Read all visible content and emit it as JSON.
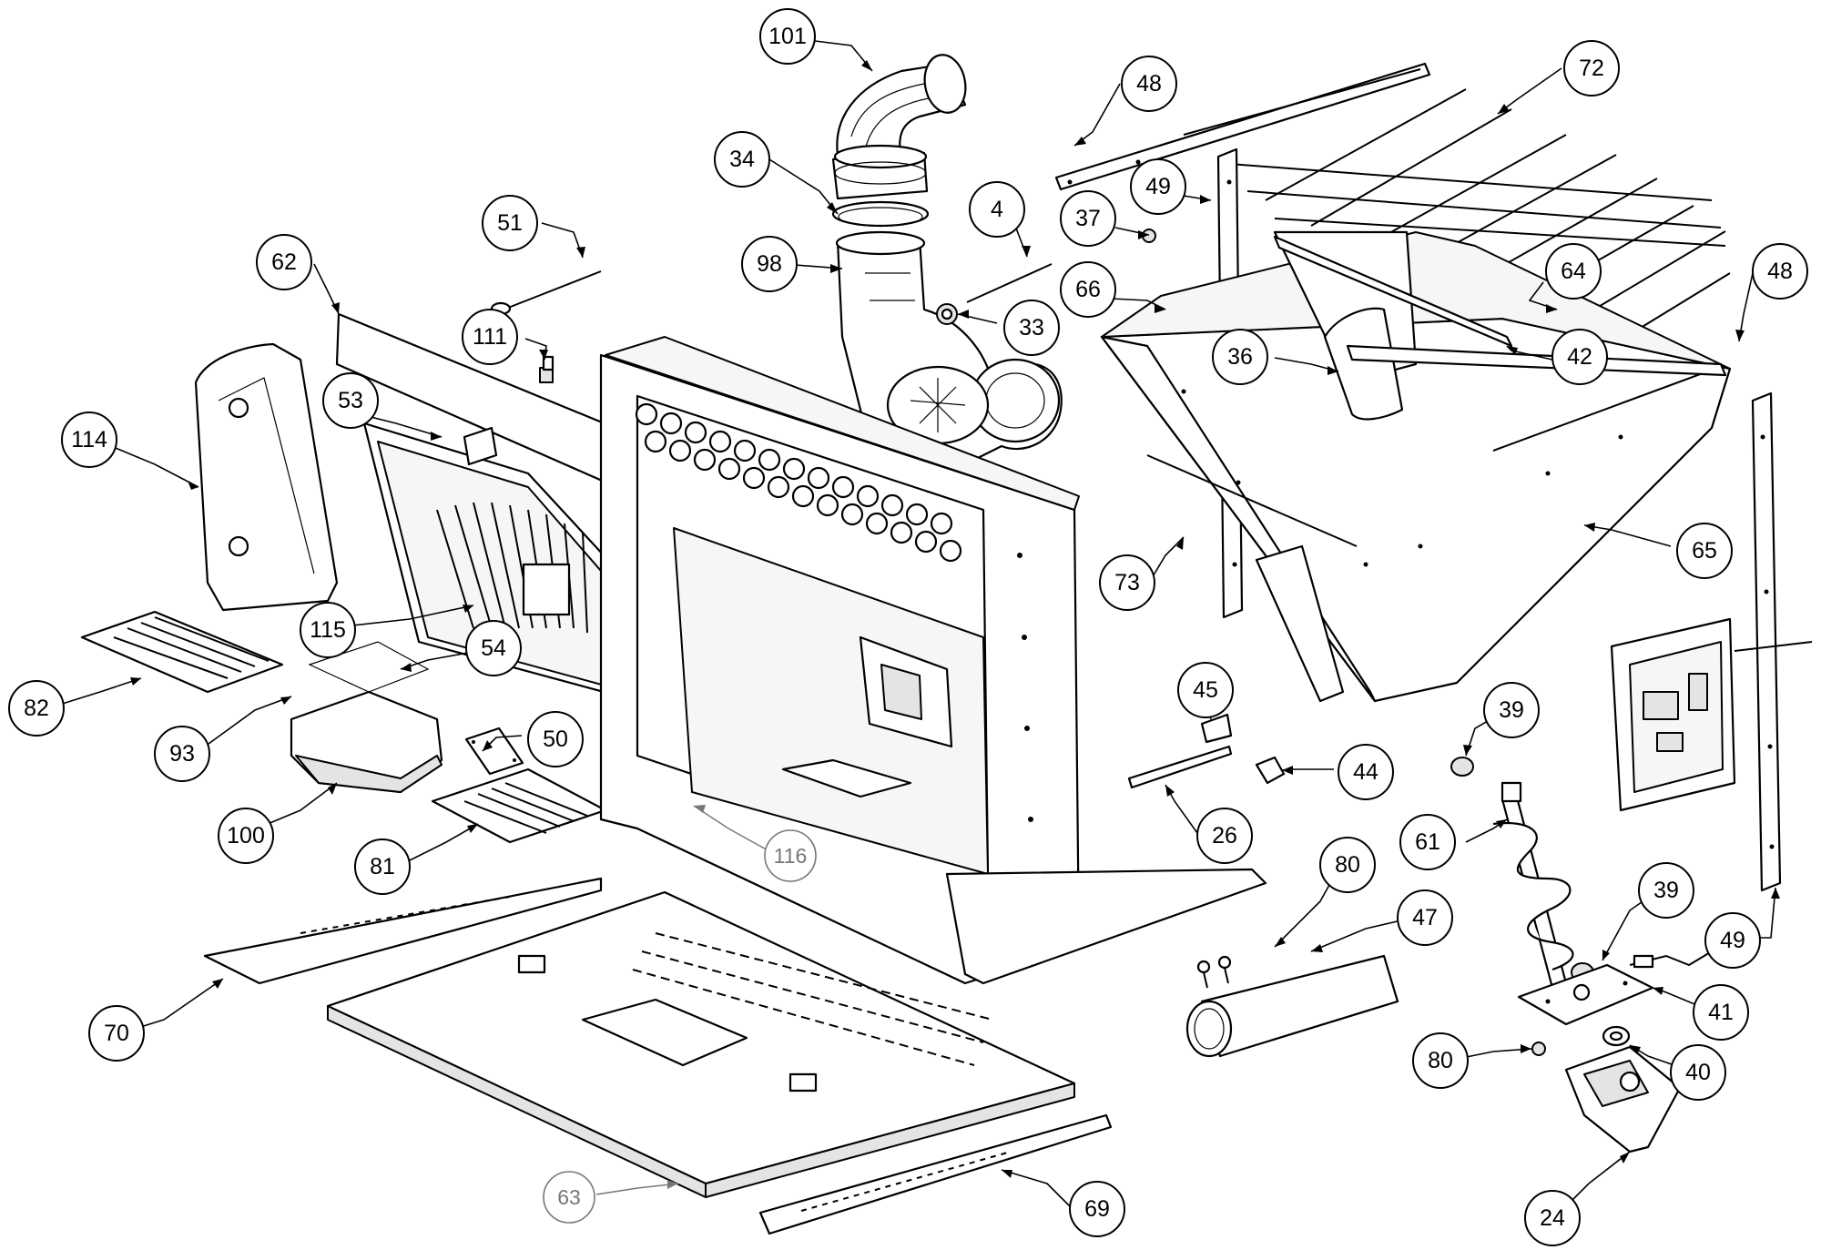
{
  "diagram": {
    "type": "exploded-parts-diagram",
    "part_labels": [
      {
        "id": "l101",
        "text": "101"
      },
      {
        "id": "l34",
        "text": "34"
      },
      {
        "id": "l98",
        "text": "98"
      },
      {
        "id": "l4",
        "text": "4"
      },
      {
        "id": "l33",
        "text": "33"
      },
      {
        "id": "l48a",
        "text": "48"
      },
      {
        "id": "l72",
        "text": "72"
      },
      {
        "id": "l49a",
        "text": "49"
      },
      {
        "id": "l37",
        "text": "37"
      },
      {
        "id": "l64",
        "text": "64"
      },
      {
        "id": "l48b",
        "text": "48"
      },
      {
        "id": "l66",
        "text": "66"
      },
      {
        "id": "l36",
        "text": "36"
      },
      {
        "id": "l42",
        "text": "42"
      },
      {
        "id": "l51",
        "text": "51"
      },
      {
        "id": "l62",
        "text": "62"
      },
      {
        "id": "l111",
        "text": "111"
      },
      {
        "id": "l53",
        "text": "53"
      },
      {
        "id": "l114",
        "text": "114"
      },
      {
        "id": "l115",
        "text": "115"
      },
      {
        "id": "l54",
        "text": "54"
      },
      {
        "id": "l82",
        "text": "82"
      },
      {
        "id": "l93",
        "text": "93"
      },
      {
        "id": "l50",
        "text": "50"
      },
      {
        "id": "l100",
        "text": "100"
      },
      {
        "id": "l81",
        "text": "81"
      },
      {
        "id": "l116",
        "text": "116"
      },
      {
        "id": "l73",
        "text": "73"
      },
      {
        "id": "l65",
        "text": "65"
      },
      {
        "id": "l45",
        "text": "45"
      },
      {
        "id": "l44",
        "text": "44"
      },
      {
        "id": "l26",
        "text": "26"
      },
      {
        "id": "l39a",
        "text": "39"
      },
      {
        "id": "l61",
        "text": "61"
      },
      {
        "id": "l80a",
        "text": "80"
      },
      {
        "id": "l47",
        "text": "47"
      },
      {
        "id": "l39b",
        "text": "39"
      },
      {
        "id": "l49b",
        "text": "49"
      },
      {
        "id": "l41",
        "text": "41"
      },
      {
        "id": "l80b",
        "text": "80"
      },
      {
        "id": "l40",
        "text": "40"
      },
      {
        "id": "l24",
        "text": "24"
      },
      {
        "id": "l70",
        "text": "70"
      },
      {
        "id": "l63",
        "text": "63"
      },
      {
        "id": "l69",
        "text": "69"
      }
    ]
  }
}
